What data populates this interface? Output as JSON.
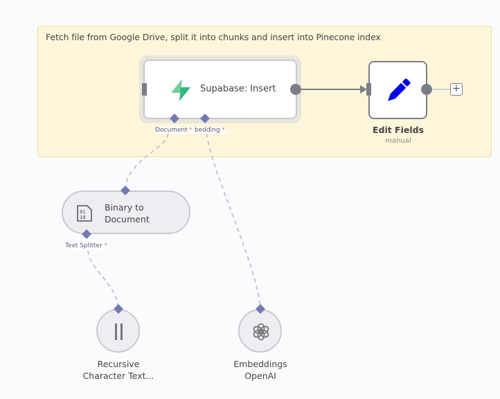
{
  "canvas": {
    "sticky_note": {
      "text": "Fetch file from Google Drive, split it into chunks and insert into Pinecone index",
      "color": "#fef6da"
    },
    "nodes": [
      {
        "id": "supabase",
        "label": "Supabase: Insert",
        "icon": "supabase-icon",
        "selected": true
      },
      {
        "id": "edit-fields",
        "label": "Edit Fields",
        "subtitle": "manual",
        "icon": "pencil-icon"
      },
      {
        "id": "binary",
        "label_line1": "Binary to",
        "label_line2": "Document",
        "icon": "binary-file-icon"
      },
      {
        "id": "recursive",
        "label_line1": "Recursive",
        "label_line2": "Character Text...",
        "icon": "text-splitter-icon"
      },
      {
        "id": "openai",
        "label_line1": "Embeddings",
        "label_line2": "OpenAI",
        "icon": "openai-icon"
      }
    ],
    "port_labels": {
      "document": "Document",
      "embedding": "bedding",
      "text_splitter": "Text Splitter",
      "required_marker": "*"
    },
    "add_button_label": "+",
    "colors": {
      "port_diamond": "#7479b4",
      "connection_main": "#7d7d87",
      "connection_sub": "#c5c5cf",
      "pencil": "#0000ee",
      "supabase_light": "#6fcf97",
      "supabase_dark": "#249361"
    }
  }
}
